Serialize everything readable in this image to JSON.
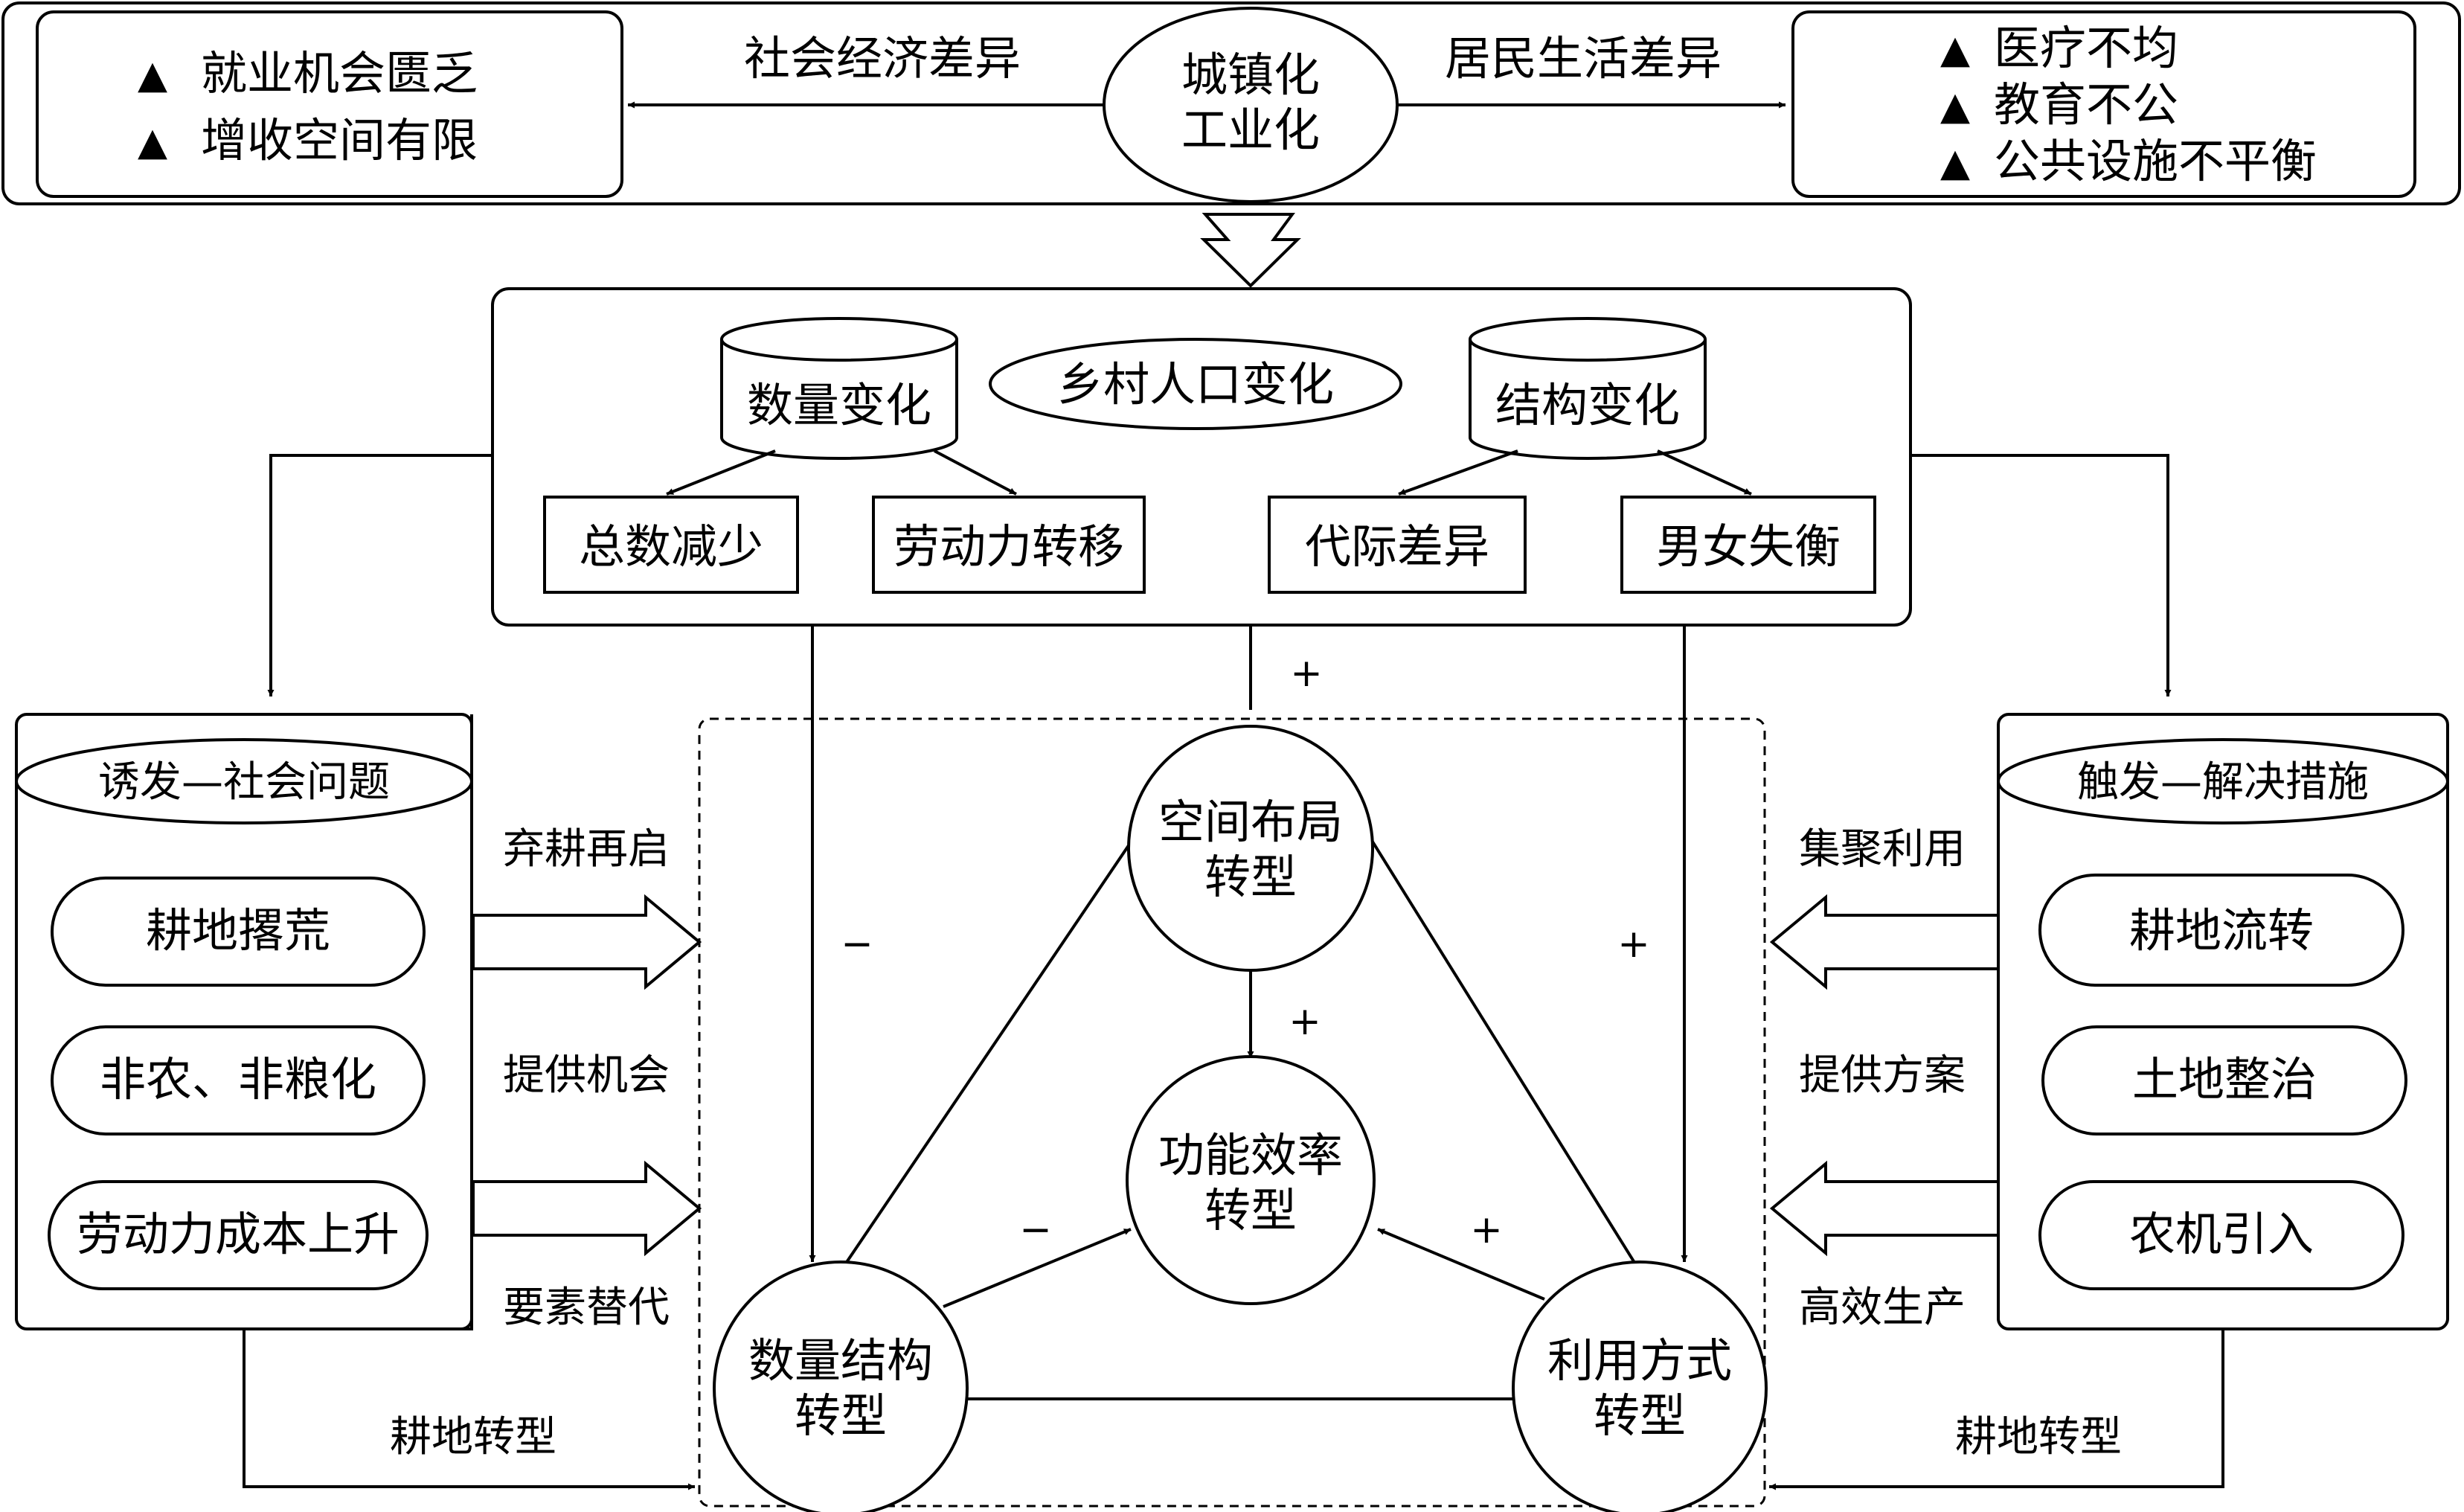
{
  "top_band": {
    "center_node": [
      "城镇化",
      "工业化"
    ],
    "left_arrow_label": "社会经济差异",
    "right_arrow_label": "居民生活差异",
    "left_box_items": [
      "就业机会匮乏",
      "增收空间有限"
    ],
    "right_box_items": [
      "医疗不均",
      "教育不公",
      "公共设施不平衡"
    ],
    "bullet_symbol": "▲"
  },
  "population_change": {
    "title": "乡村人口变化",
    "quantity_change": "数量变化",
    "structure_change": "结构变化",
    "outcomes": [
      "总数减少",
      "劳动力转移",
      "代际差异",
      "男女失衡"
    ]
  },
  "left_panel": {
    "title": "诱发—社会问题",
    "items": [
      "耕地撂荒",
      "非农、非粮化",
      "劳动力成本上升"
    ],
    "arrow_labels": [
      "弃耕再启",
      "提供机会",
      "要素替代"
    ],
    "bottom_label": "耕地转型"
  },
  "right_panel": {
    "title": "触发—解决措施",
    "items": [
      "耕地流转",
      "土地整治",
      "农机引入"
    ],
    "arrow_labels": [
      "集聚利用",
      "提供方案",
      "高效生产"
    ],
    "bottom_label": "耕地转型"
  },
  "transition_triangle": {
    "spatial_layout": [
      "空间布局",
      "转型"
    ],
    "function_efficiency": [
      "功能效率",
      "转型"
    ],
    "quantity_structure": [
      "数量结构",
      "转型"
    ],
    "utilization_mode": [
      "利用方式",
      "转型"
    ]
  },
  "signs": {
    "center_input": "+",
    "quantity_input": "−",
    "utilization_input": "+",
    "spatial_to_function": "+",
    "quantity_to_function": "−",
    "utilization_to_function": "+"
  }
}
